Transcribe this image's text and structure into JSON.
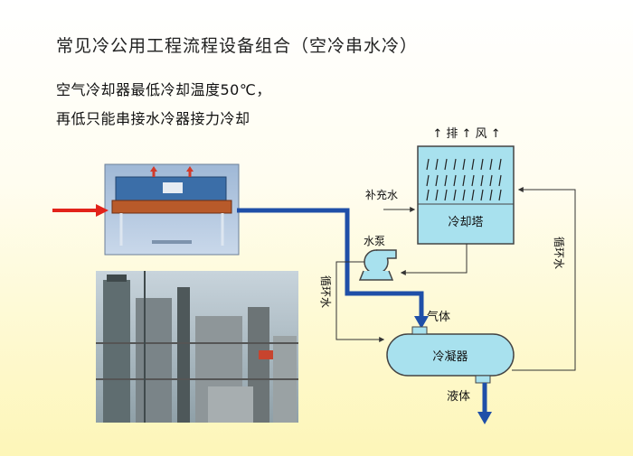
{
  "title": "常见冷公用工程流程设备组合（空冷串水冷）",
  "subtitle_line1": "空气冷却器最低冷却温度50℃，",
  "subtitle_line2": "再低只能串接水冷器接力冷却",
  "labels": {
    "exhaust": "↑ 排 ↑ 风 ↑",
    "makeup_water": "补充水",
    "cooling_tower": "冷却塔",
    "pump": "水泵",
    "circulating_water_left": "循环水",
    "circulating_water_right": "循环水",
    "gas": "气体",
    "condenser": "冷凝器",
    "liquid": "液体"
  },
  "colors": {
    "process_pipe": "#1f4fa8",
    "hot_inlet": "#e2231a",
    "equipment_fill": "#a8e1ee",
    "equipment_stroke": "#444444"
  },
  "icons": {
    "air_cooler": "air-cooler-photo",
    "plant": "refinery-plant-photo",
    "pump": "centrifugal-pump-icon"
  }
}
